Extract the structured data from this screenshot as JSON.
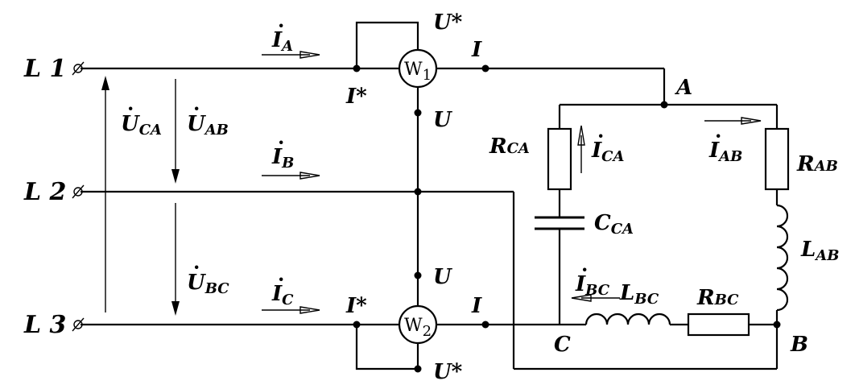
{
  "lines": {
    "l1": "L 1",
    "l2": "L 2",
    "l3": "L 3"
  },
  "currents": {
    "ia": {
      "sym": "I",
      "sub": "A"
    },
    "ib": {
      "sym": "I",
      "sub": "B"
    },
    "ic": {
      "sym": "I",
      "sub": "C"
    },
    "ica": {
      "sym": "I",
      "sub": "CA"
    },
    "iab": {
      "sym": "I",
      "sub": "AB"
    },
    "ibc": {
      "sym": "I",
      "sub": "BC"
    }
  },
  "voltages": {
    "uca": {
      "sym": "U",
      "sub": "CA"
    },
    "uab": {
      "sym": "U",
      "sub": "AB"
    },
    "ubc": {
      "sym": "U",
      "sub": "BC"
    }
  },
  "meters": {
    "w1": {
      "sym": "W",
      "sub": "1"
    },
    "w2": {
      "sym": "W",
      "sub": "2"
    }
  },
  "terminals": {
    "u_star": "U*",
    "u": "U",
    "i": "I",
    "i_star": "I*"
  },
  "nodes": {
    "a": "A",
    "b": "B",
    "c": "C"
  },
  "components": {
    "rca": {
      "sym": "R",
      "sub": "CA"
    },
    "rab": {
      "sym": "R",
      "sub": "AB"
    },
    "cca": {
      "sym": "C",
      "sub": "CA"
    },
    "lab": {
      "sym": "L",
      "sub": "AB"
    },
    "lbc": {
      "sym": "L",
      "sub": "BC"
    },
    "rbc": {
      "sym": "R",
      "sub": "BC"
    }
  }
}
